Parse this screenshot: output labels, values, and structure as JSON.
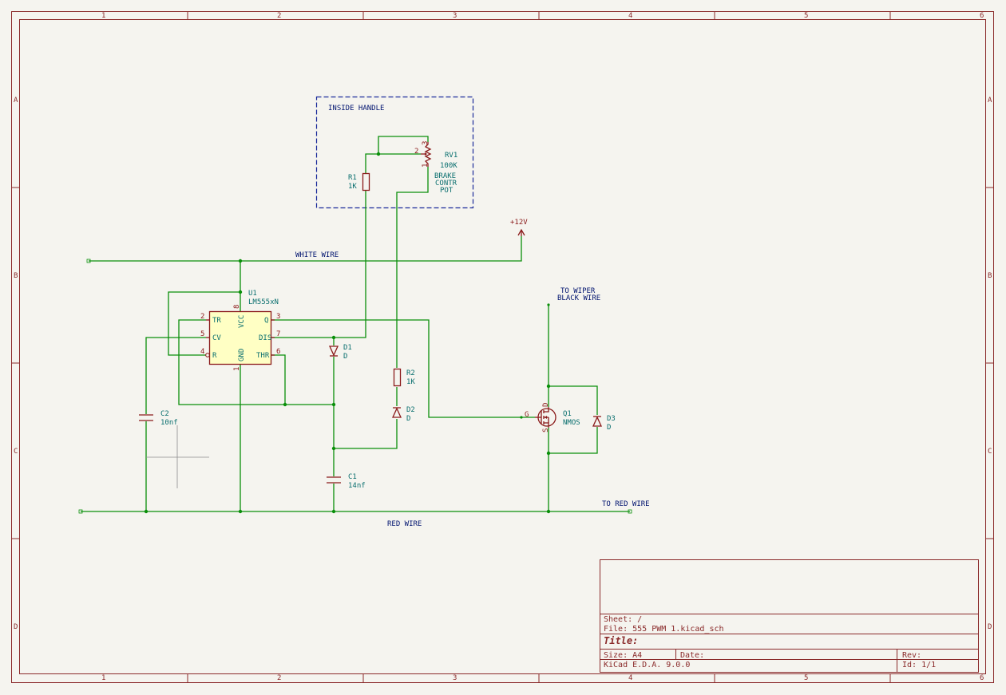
{
  "frame": {
    "columns": [
      "1",
      "2",
      "3",
      "4",
      "5",
      "6"
    ],
    "rows": [
      "A",
      "B",
      "C",
      "D"
    ]
  },
  "title_block": {
    "sheet": "Sheet: /",
    "file": "File: 555 PWM 1.kicad_sch",
    "title": "Title:",
    "size": "Size: A4",
    "date": "Date:",
    "rev": "Rev:",
    "tool": "KiCad E.D.A. 9.0.0",
    "id": "Id: 1/1"
  },
  "group_box": {
    "label": "INSIDE HANDLE"
  },
  "net_labels": {
    "white_wire": "WHITE WIRE",
    "red_wire": "RED WIRE",
    "to_red_wire": "TO RED WIRE",
    "to_wiper_1": "TO WIPER",
    "to_wiper_2": "BLACK WIRE",
    "power": "+12V"
  },
  "components": {
    "u1": {
      "ref": "U1",
      "value": "LM555xN",
      "pins_left": [
        {
          "num": "2",
          "name": "TR"
        },
        {
          "num": "5",
          "name": "CV"
        },
        {
          "num": "4",
          "name": "R"
        }
      ],
      "pins_right": [
        {
          "num": "3",
          "name": "Q"
        },
        {
          "num": "7",
          "name": "DIS"
        },
        {
          "num": "6",
          "name": "THR"
        }
      ],
      "pin_top": {
        "num": "8",
        "name": "VCC"
      },
      "pin_bottom": {
        "num": "1",
        "name": "GND"
      }
    },
    "rv1": {
      "ref": "RV1",
      "value": "100K",
      "desc1": "BRAKE",
      "desc2": "CONTR",
      "desc3": "POT",
      "pin1": "1",
      "pin2": "2",
      "pin3": "3"
    },
    "r1": {
      "ref": "R1",
      "value": "1K"
    },
    "r2": {
      "ref": "R2",
      "value": "1K"
    },
    "d1": {
      "ref": "D1",
      "value": "D"
    },
    "d2": {
      "ref": "D2",
      "value": "D"
    },
    "d3": {
      "ref": "D3",
      "value": "D"
    },
    "c1": {
      "ref": "C1",
      "value": "14nf"
    },
    "c2": {
      "ref": "C2",
      "value": "10nf"
    },
    "q1": {
      "ref": "Q1",
      "value": "NMOS",
      "pin_g": "G",
      "pin_d": "D",
      "pin_s": "S"
    }
  }
}
